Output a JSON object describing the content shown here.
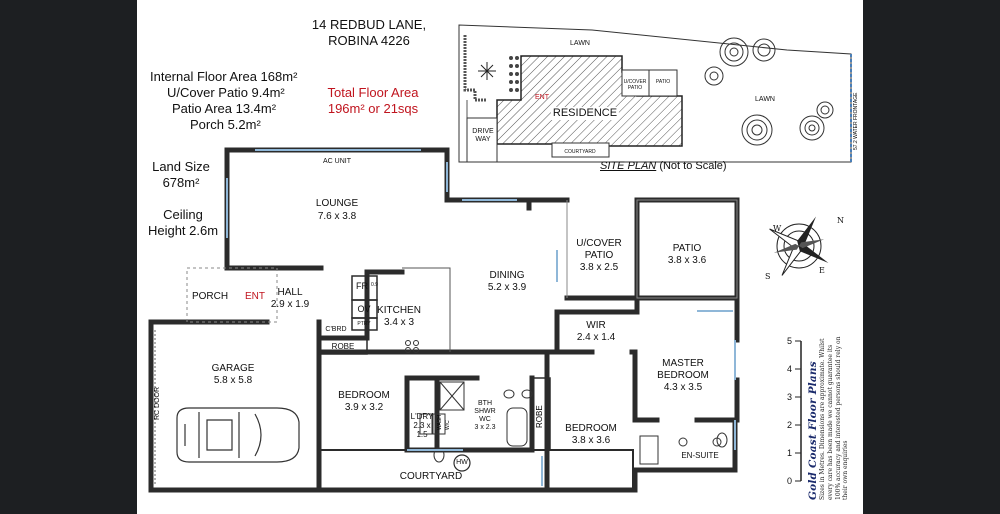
{
  "header": {
    "address_line1": "14 REDBUD LANE,",
    "address_line2": "ROBINA 4226"
  },
  "areas": {
    "internal": "Internal Floor Area 168m²",
    "ucover_patio": "U/Cover Patio 9.4m²",
    "patio": "Patio Area 13.4m²",
    "porch": "Porch 5.2m²",
    "total_label": "Total Floor Area",
    "total_value": "196m² or 21sqs",
    "land_label": "Land Size",
    "land_value": "678m²",
    "ceiling_label": "Ceiling",
    "ceiling_value": "Height 2.6m"
  },
  "site_plan": {
    "lawn_top": "LAWN",
    "lawn_right": "LAWN",
    "residence": "RESIDENCE",
    "ent": "ENT",
    "drive_way_1": "DRIVE",
    "drive_way_2": "WAY",
    "ucover_patio_1": "U/COVER",
    "ucover_patio_2": "PATIO",
    "patio": "PATIO",
    "courtyard": "COURTYARD",
    "water_frontage": "57.2 WATER FRONTAGE",
    "caption_main": "SITE PLAN",
    "caption_note": "(Not to Scale)"
  },
  "rooms": {
    "lounge": {
      "name": "LOUNGE",
      "dim": "7.6 x 3.8"
    },
    "dining": {
      "name": "DINING",
      "dim": "5.2 x 3.9"
    },
    "kitchen": {
      "name": "KITCHEN",
      "dim": "3.4 x 3"
    },
    "hall": {
      "name": "HALL",
      "dim": "2.9 x 1.9"
    },
    "porch": {
      "name": "PORCH"
    },
    "ent": "ENT",
    "garage": {
      "name": "GARAGE",
      "dim": "5.8 x 5.8"
    },
    "bedroom_left": {
      "name": "BEDROOM",
      "dim": "3.9 x 3.2"
    },
    "bedroom_right": {
      "name": "BEDROOM",
      "dim": "3.8 x 3.6"
    },
    "ldry": {
      "name": "L'DRY",
      "dim1": "2.3 x",
      "dim2": "1.5"
    },
    "bath": {
      "line1": "BTH",
      "line2": "SHWR",
      "line3": "WC",
      "dim": "3 x 2.3"
    },
    "ucover_patio": {
      "line1": "U/COVER",
      "line2": "PATIO",
      "dim": "3.8 x 2.5"
    },
    "patio": {
      "name": "PATIO",
      "dim": "3.8 x 3.6"
    },
    "wir": {
      "name": "WIR",
      "dim": "2.4 x 1.4"
    },
    "master": {
      "line1": "MASTER",
      "line2": "BEDROOM",
      "dim": "4.3 x 3.5"
    },
    "ensuite": "EN-SUITE",
    "courtyard": "COURTYARD"
  },
  "labels": {
    "ac_unit": "AC UNIT",
    "fr": "FR",
    "ov": "OV",
    "ptry": "PTRY",
    "cbrd": "C'BRD",
    "robe_left": "ROBE",
    "robe_right": "ROBE",
    "wash": "WASH",
    "wc": "W/C",
    "hw": "HW",
    "rc_door": "RC DOOR",
    "fr_width": "0.9"
  },
  "scale": {
    "ticks": [
      "5",
      "4",
      "3",
      "2",
      "1",
      "0"
    ]
  },
  "compass": {
    "n": "N",
    "s": "S",
    "e": "E",
    "w": "W"
  },
  "brand": {
    "title": "Gold Coast Floor Plans",
    "disclaimer": "Sizes in Metres. Dimensions are approximate. Whilst every care has been made we cannot guarantee its 100% accuracy and interested persons should rely on their own enquiries"
  },
  "colors": {
    "wall": "#2b2b2b",
    "total_text": "#c0141e",
    "window": "#8fb7d8",
    "brand": "#1a2a6b"
  }
}
